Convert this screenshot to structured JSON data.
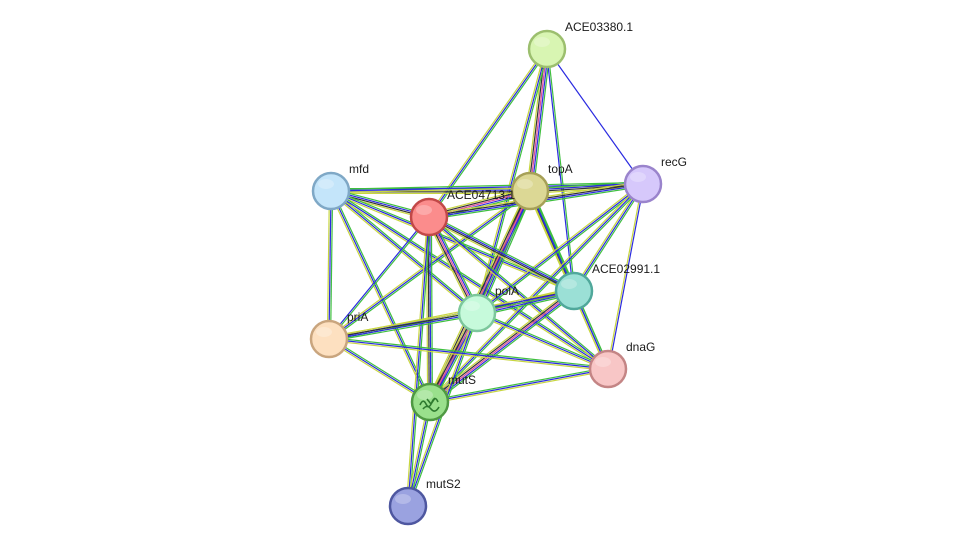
{
  "nodes": [
    {
      "id": "ACE03380.1",
      "label": "ACE03380.1",
      "fill": "#d8f5b2",
      "stroke": "#9cbf6e"
    },
    {
      "id": "recG",
      "label": "recG",
      "fill": "#d6c8fb",
      "stroke": "#9a84cc"
    },
    {
      "id": "topA",
      "label": "topA",
      "fill": "#dcd895",
      "stroke": "#a6a057"
    },
    {
      "id": "mfd",
      "label": "mfd",
      "fill": "#c4e5fa",
      "stroke": "#7fa8c6"
    },
    {
      "id": "ACE04713",
      "label": "ACE04713.1",
      "fill": "#fb8c8c",
      "stroke": "#c24848"
    },
    {
      "id": "ACE02991.1",
      "label": "ACE02991.1",
      "fill": "#9be0d6",
      "stroke": "#50a89b"
    },
    {
      "id": "polA",
      "label": "polA",
      "fill": "#c6fadb",
      "stroke": "#7cc79c"
    },
    {
      "id": "priA",
      "label": "priA",
      "fill": "#fde0c0",
      "stroke": "#c9a57e"
    },
    {
      "id": "dnaG",
      "label": "dnaG",
      "fill": "#f8c6c6",
      "stroke": "#c48585"
    },
    {
      "id": "mutS",
      "label": "mutS",
      "fill": "#9ae08c",
      "stroke": "#4f9943",
      "has_structure": true
    },
    {
      "id": "mutS2",
      "label": "mutS2",
      "fill": "#9aa2e0",
      "stroke": "#4e57a0"
    }
  ],
  "edges": [
    {
      "source": "ACE03380.1",
      "target": "topA",
      "evidence": [
        "green",
        "blue",
        "pink",
        "black",
        "yellow"
      ]
    },
    {
      "source": "ACE03380.1",
      "target": "ACE04713",
      "evidence": [
        "green",
        "blue",
        "yellow"
      ]
    },
    {
      "source": "ACE03380.1",
      "target": "recG",
      "evidence": [
        "blue"
      ]
    },
    {
      "source": "ACE03380.1",
      "target": "ACE02991.1",
      "evidence": [
        "green",
        "blue"
      ]
    },
    {
      "source": "ACE03380.1",
      "target": "polA",
      "evidence": [
        "green",
        "blue",
        "yellow"
      ]
    },
    {
      "source": "mfd",
      "target": "topA",
      "evidence": [
        "green",
        "blue",
        "black",
        "yellow"
      ]
    },
    {
      "source": "mfd",
      "target": "recG",
      "evidence": [
        "green",
        "blue",
        "yellow"
      ]
    },
    {
      "source": "mfd",
      "target": "ACE04713",
      "evidence": [
        "green",
        "blue",
        "black",
        "yellow"
      ]
    },
    {
      "source": "mfd",
      "target": "polA",
      "evidence": [
        "green",
        "blue",
        "yellow"
      ]
    },
    {
      "source": "mfd",
      "target": "ACE02991.1",
      "evidence": [
        "green",
        "blue",
        "yellow"
      ]
    },
    {
      "source": "mfd",
      "target": "priA",
      "evidence": [
        "green",
        "blue",
        "yellow"
      ]
    },
    {
      "source": "mfd",
      "target": "mutS",
      "evidence": [
        "green",
        "blue",
        "yellow"
      ]
    },
    {
      "source": "mfd",
      "target": "dnaG",
      "evidence": [
        "green",
        "blue",
        "yellow"
      ]
    },
    {
      "source": "topA",
      "target": "recG",
      "evidence": [
        "green",
        "blue",
        "black",
        "yellow"
      ]
    },
    {
      "source": "topA",
      "target": "ACE04713",
      "evidence": [
        "green",
        "blue",
        "pink",
        "black",
        "yellow"
      ]
    },
    {
      "source": "topA",
      "target": "polA",
      "evidence": [
        "green",
        "blue",
        "pink",
        "black",
        "yellow"
      ]
    },
    {
      "source": "topA",
      "target": "ACE02991.1",
      "evidence": [
        "green",
        "blue",
        "black",
        "yellow"
      ]
    },
    {
      "source": "topA",
      "target": "mutS",
      "evidence": [
        "green",
        "blue",
        "pink",
        "black",
        "yellow"
      ]
    },
    {
      "source": "topA",
      "target": "dnaG",
      "evidence": [
        "green",
        "blue",
        "yellow"
      ]
    },
    {
      "source": "topA",
      "target": "priA",
      "evidence": [
        "green",
        "blue",
        "yellow"
      ]
    },
    {
      "source": "recG",
      "target": "ACE04713",
      "evidence": [
        "green",
        "blue",
        "black",
        "yellow"
      ]
    },
    {
      "source": "recG",
      "target": "polA",
      "evidence": [
        "green",
        "blue",
        "yellow"
      ]
    },
    {
      "source": "recG",
      "target": "ACE02991.1",
      "evidence": [
        "green",
        "blue",
        "yellow"
      ]
    },
    {
      "source": "recG",
      "target": "dnaG",
      "evidence": [
        "blue",
        "yellow"
      ]
    },
    {
      "source": "recG",
      "target": "mutS",
      "evidence": [
        "green",
        "blue",
        "yellow"
      ]
    },
    {
      "source": "ACE04713",
      "target": "polA",
      "evidence": [
        "green",
        "blue",
        "pink",
        "black",
        "yellow"
      ]
    },
    {
      "source": "ACE04713",
      "target": "ACE02991.1",
      "evidence": [
        "green",
        "blue",
        "black",
        "yellow"
      ]
    },
    {
      "source": "ACE04713",
      "target": "dnaG",
      "evidence": [
        "green",
        "blue",
        "yellow"
      ]
    },
    {
      "source": "ACE04713",
      "target": "mutS",
      "evidence": [
        "green",
        "blue",
        "black",
        "yellow"
      ]
    },
    {
      "source": "ACE04713",
      "target": "priA",
      "evidence": [
        "green",
        "blue"
      ]
    },
    {
      "source": "ACE04713",
      "target": "mutS2",
      "evidence": [
        "green",
        "blue",
        "yellow"
      ]
    },
    {
      "source": "ACE02991.1",
      "target": "polA",
      "evidence": [
        "green",
        "blue",
        "pink",
        "black",
        "yellow"
      ]
    },
    {
      "source": "ACE02991.1",
      "target": "dnaG",
      "evidence": [
        "green",
        "blue",
        "yellow"
      ]
    },
    {
      "source": "ACE02991.1",
      "target": "mutS",
      "evidence": [
        "green",
        "blue",
        "pink",
        "black",
        "yellow"
      ]
    },
    {
      "source": "ACE02991.1",
      "target": "priA",
      "evidence": [
        "green",
        "blue",
        "yellow"
      ]
    },
    {
      "source": "polA",
      "target": "priA",
      "evidence": [
        "green",
        "blue",
        "black",
        "yellow"
      ]
    },
    {
      "source": "polA",
      "target": "dnaG",
      "evidence": [
        "green",
        "blue",
        "yellow"
      ]
    },
    {
      "source": "polA",
      "target": "mutS",
      "evidence": [
        "green",
        "blue",
        "pink",
        "black",
        "yellow"
      ]
    },
    {
      "source": "polA",
      "target": "mutS2",
      "evidence": [
        "green",
        "blue",
        "yellow"
      ]
    },
    {
      "source": "priA",
      "target": "dnaG",
      "evidence": [
        "green",
        "blue",
        "yellow"
      ]
    },
    {
      "source": "priA",
      "target": "mutS",
      "evidence": [
        "green",
        "blue",
        "yellow"
      ]
    },
    {
      "source": "mutS",
      "target": "mutS2",
      "evidence": [
        "green",
        "blue",
        "yellow"
      ]
    },
    {
      "source": "mutS",
      "target": "dnaG",
      "evidence": [
        "green",
        "blue",
        "yellow"
      ]
    }
  ],
  "evidence_colors": {
    "green": "#3fbf3f",
    "blue": "#2a2ae0",
    "pink": "#e04c9a",
    "black": "#333333",
    "yellow": "#c8d640"
  }
}
